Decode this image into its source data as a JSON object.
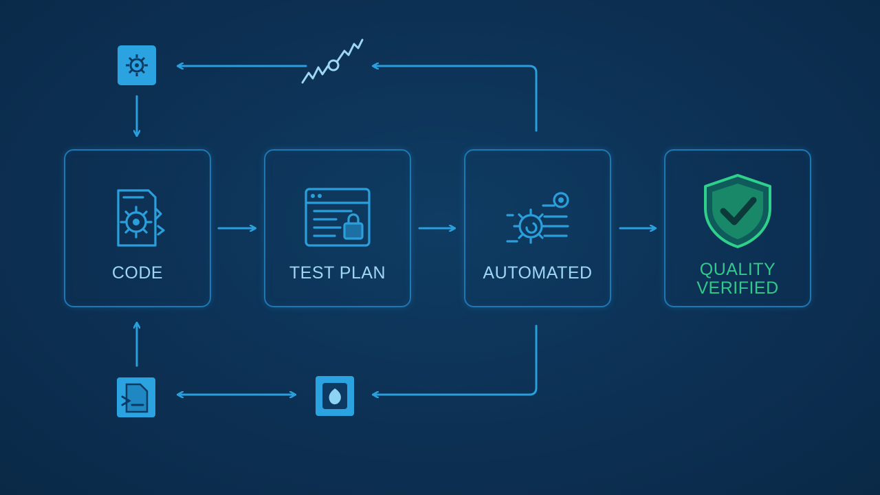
{
  "steps": [
    {
      "label": "CODE",
      "icon": "code-gear-icon"
    },
    {
      "label": "TEST PLAN",
      "icon": "test-plan-browser-icon"
    },
    {
      "label": "AUTOMATED",
      "icon": "automation-gear-icon"
    },
    {
      "label_line1": "QUALITY",
      "label_line2": "VERIFIED",
      "icon": "shield-check-icon"
    }
  ],
  "satellite_icons": [
    "settings-icon",
    "trend-graph-icon",
    "document-icon",
    "blob-icon"
  ],
  "colors": {
    "background": "#0c2f52",
    "accent_blue": "#2a9fdb",
    "box_border": "#1e78b4",
    "label_text": "#9fd6f2",
    "verified_green": "#33c98a"
  }
}
